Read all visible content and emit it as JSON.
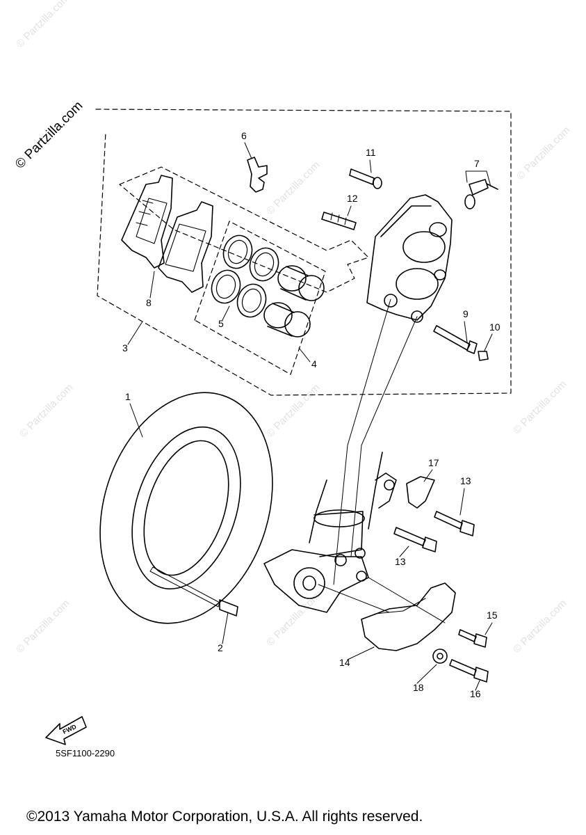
{
  "watermark": {
    "site_label": "© Partzilla.com"
  },
  "diagram": {
    "code": "5SF1100-2290",
    "fwd_label": "FWD",
    "callouts": [
      "1",
      "2",
      "3",
      "4",
      "5",
      "6",
      "7",
      "8",
      "9",
      "10",
      "11",
      "12",
      "13",
      "13",
      "14",
      "15",
      "16",
      "17",
      "18"
    ]
  },
  "footer": {
    "copyright": "©2013 Yamaha Motor Corporation, U.S.A. All rights reserved."
  }
}
